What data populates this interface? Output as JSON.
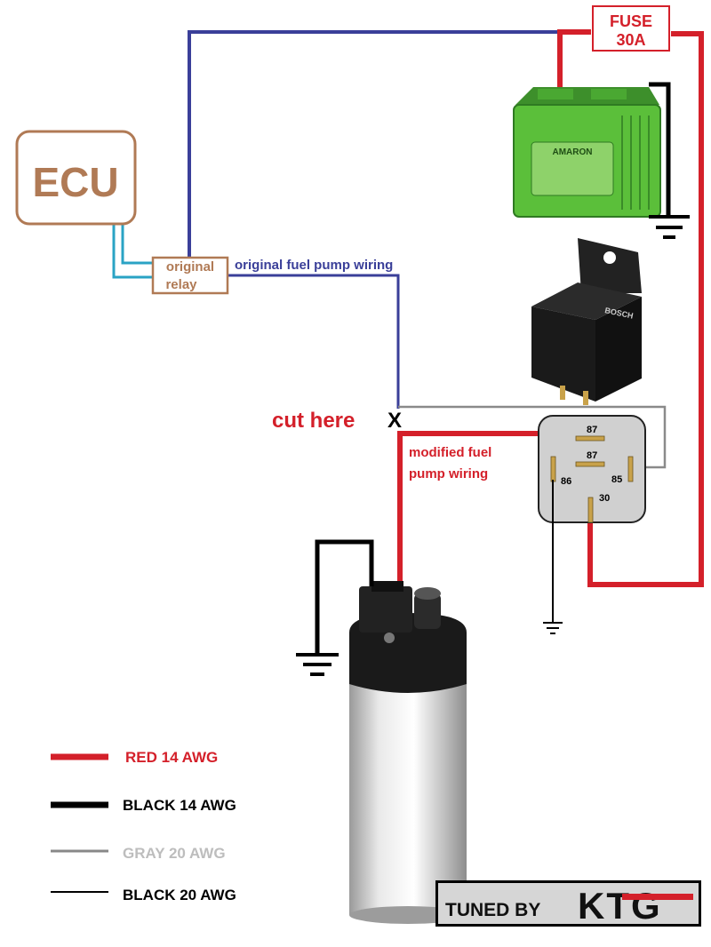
{
  "ecu": {
    "label": "ECU"
  },
  "fuse": {
    "line1": "FUSE",
    "line2": "30A"
  },
  "original_relay": {
    "line1": "original",
    "line2": "relay"
  },
  "labels": {
    "original_wiring": "original fuel pump wiring",
    "cut_here": "cut here",
    "cut_mark": "X",
    "modified_line1": "modified fuel",
    "modified_line2": "pump wiring"
  },
  "relay_pins": {
    "p87_top": "87",
    "p87_mid": "87",
    "p86": "86",
    "p85": "85",
    "p30": "30"
  },
  "battery": {
    "brand": "AMARON"
  },
  "relay_photo": {
    "brand": "BOSCH"
  },
  "legend": [
    {
      "label": "RED 14 AWG",
      "color": "#d4202a"
    },
    {
      "label": "BLACK 14 AWG",
      "color": "#000000"
    },
    {
      "label": "GRAY 20 AWG",
      "color": "#888888"
    },
    {
      "label": "BLACK 20 AWG",
      "color": "#000000"
    }
  ],
  "branding": {
    "prefix": "TUNED BY",
    "name": "KTG"
  },
  "colors": {
    "red_wire": "#d4202a",
    "blue_wire": "#3a3f99",
    "gray_wire": "#8a8a8a",
    "cyan_wire": "#2aa3c4",
    "ecu_brown": "#b07a55"
  }
}
